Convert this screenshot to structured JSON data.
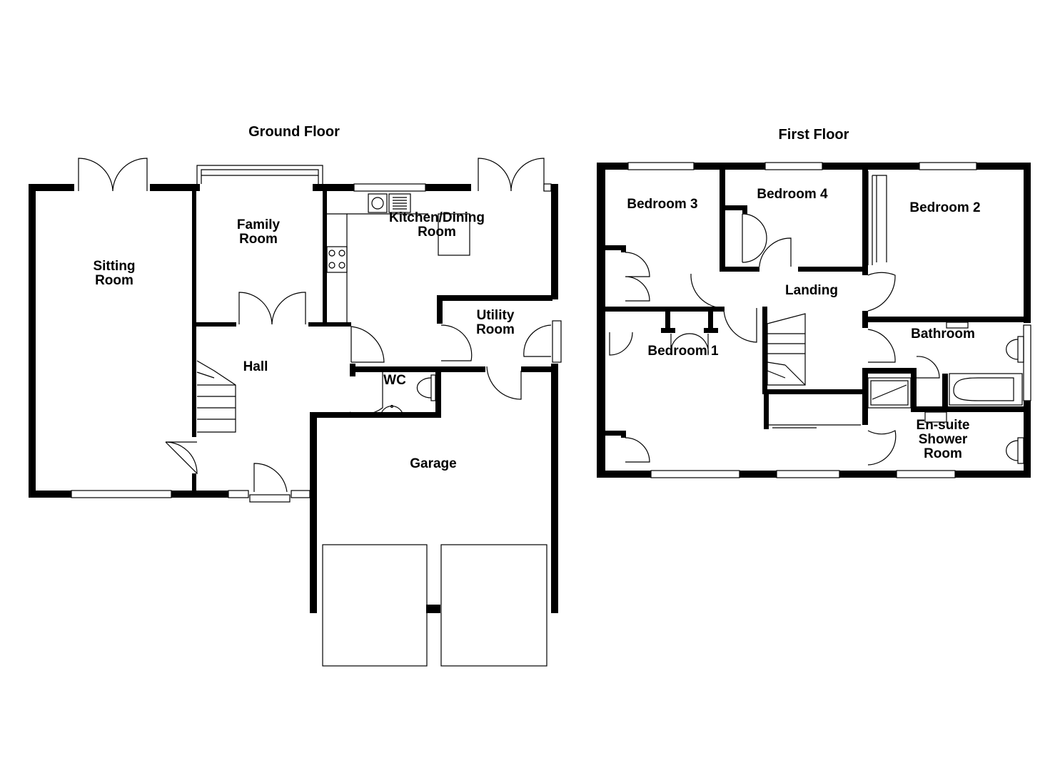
{
  "colors": {
    "wall": "#000000",
    "background": "#ffffff",
    "fixture_line": "#000000"
  },
  "ground_floor": {
    "title": "Ground Floor",
    "rooms": {
      "sitting_room": [
        "Sitting",
        "Room"
      ],
      "family_room": [
        "Family",
        "Room"
      ],
      "kitchen_dining": [
        "Kitchen/Dining",
        "Room"
      ],
      "hall": "Hall",
      "utility_room": [
        "Utility",
        "Room"
      ],
      "wc": "WC",
      "garage": "Garage"
    }
  },
  "first_floor": {
    "title": "First Floor",
    "rooms": {
      "bedroom_3": "Bedroom 3",
      "bedroom_4": "Bedroom 4",
      "bedroom_2": "Bedroom 2",
      "landing": "Landing",
      "bedroom_1": "Bedroom 1",
      "bathroom": "Bathroom",
      "ensuite": [
        "En-suite",
        "Shower",
        "Room"
      ]
    }
  }
}
